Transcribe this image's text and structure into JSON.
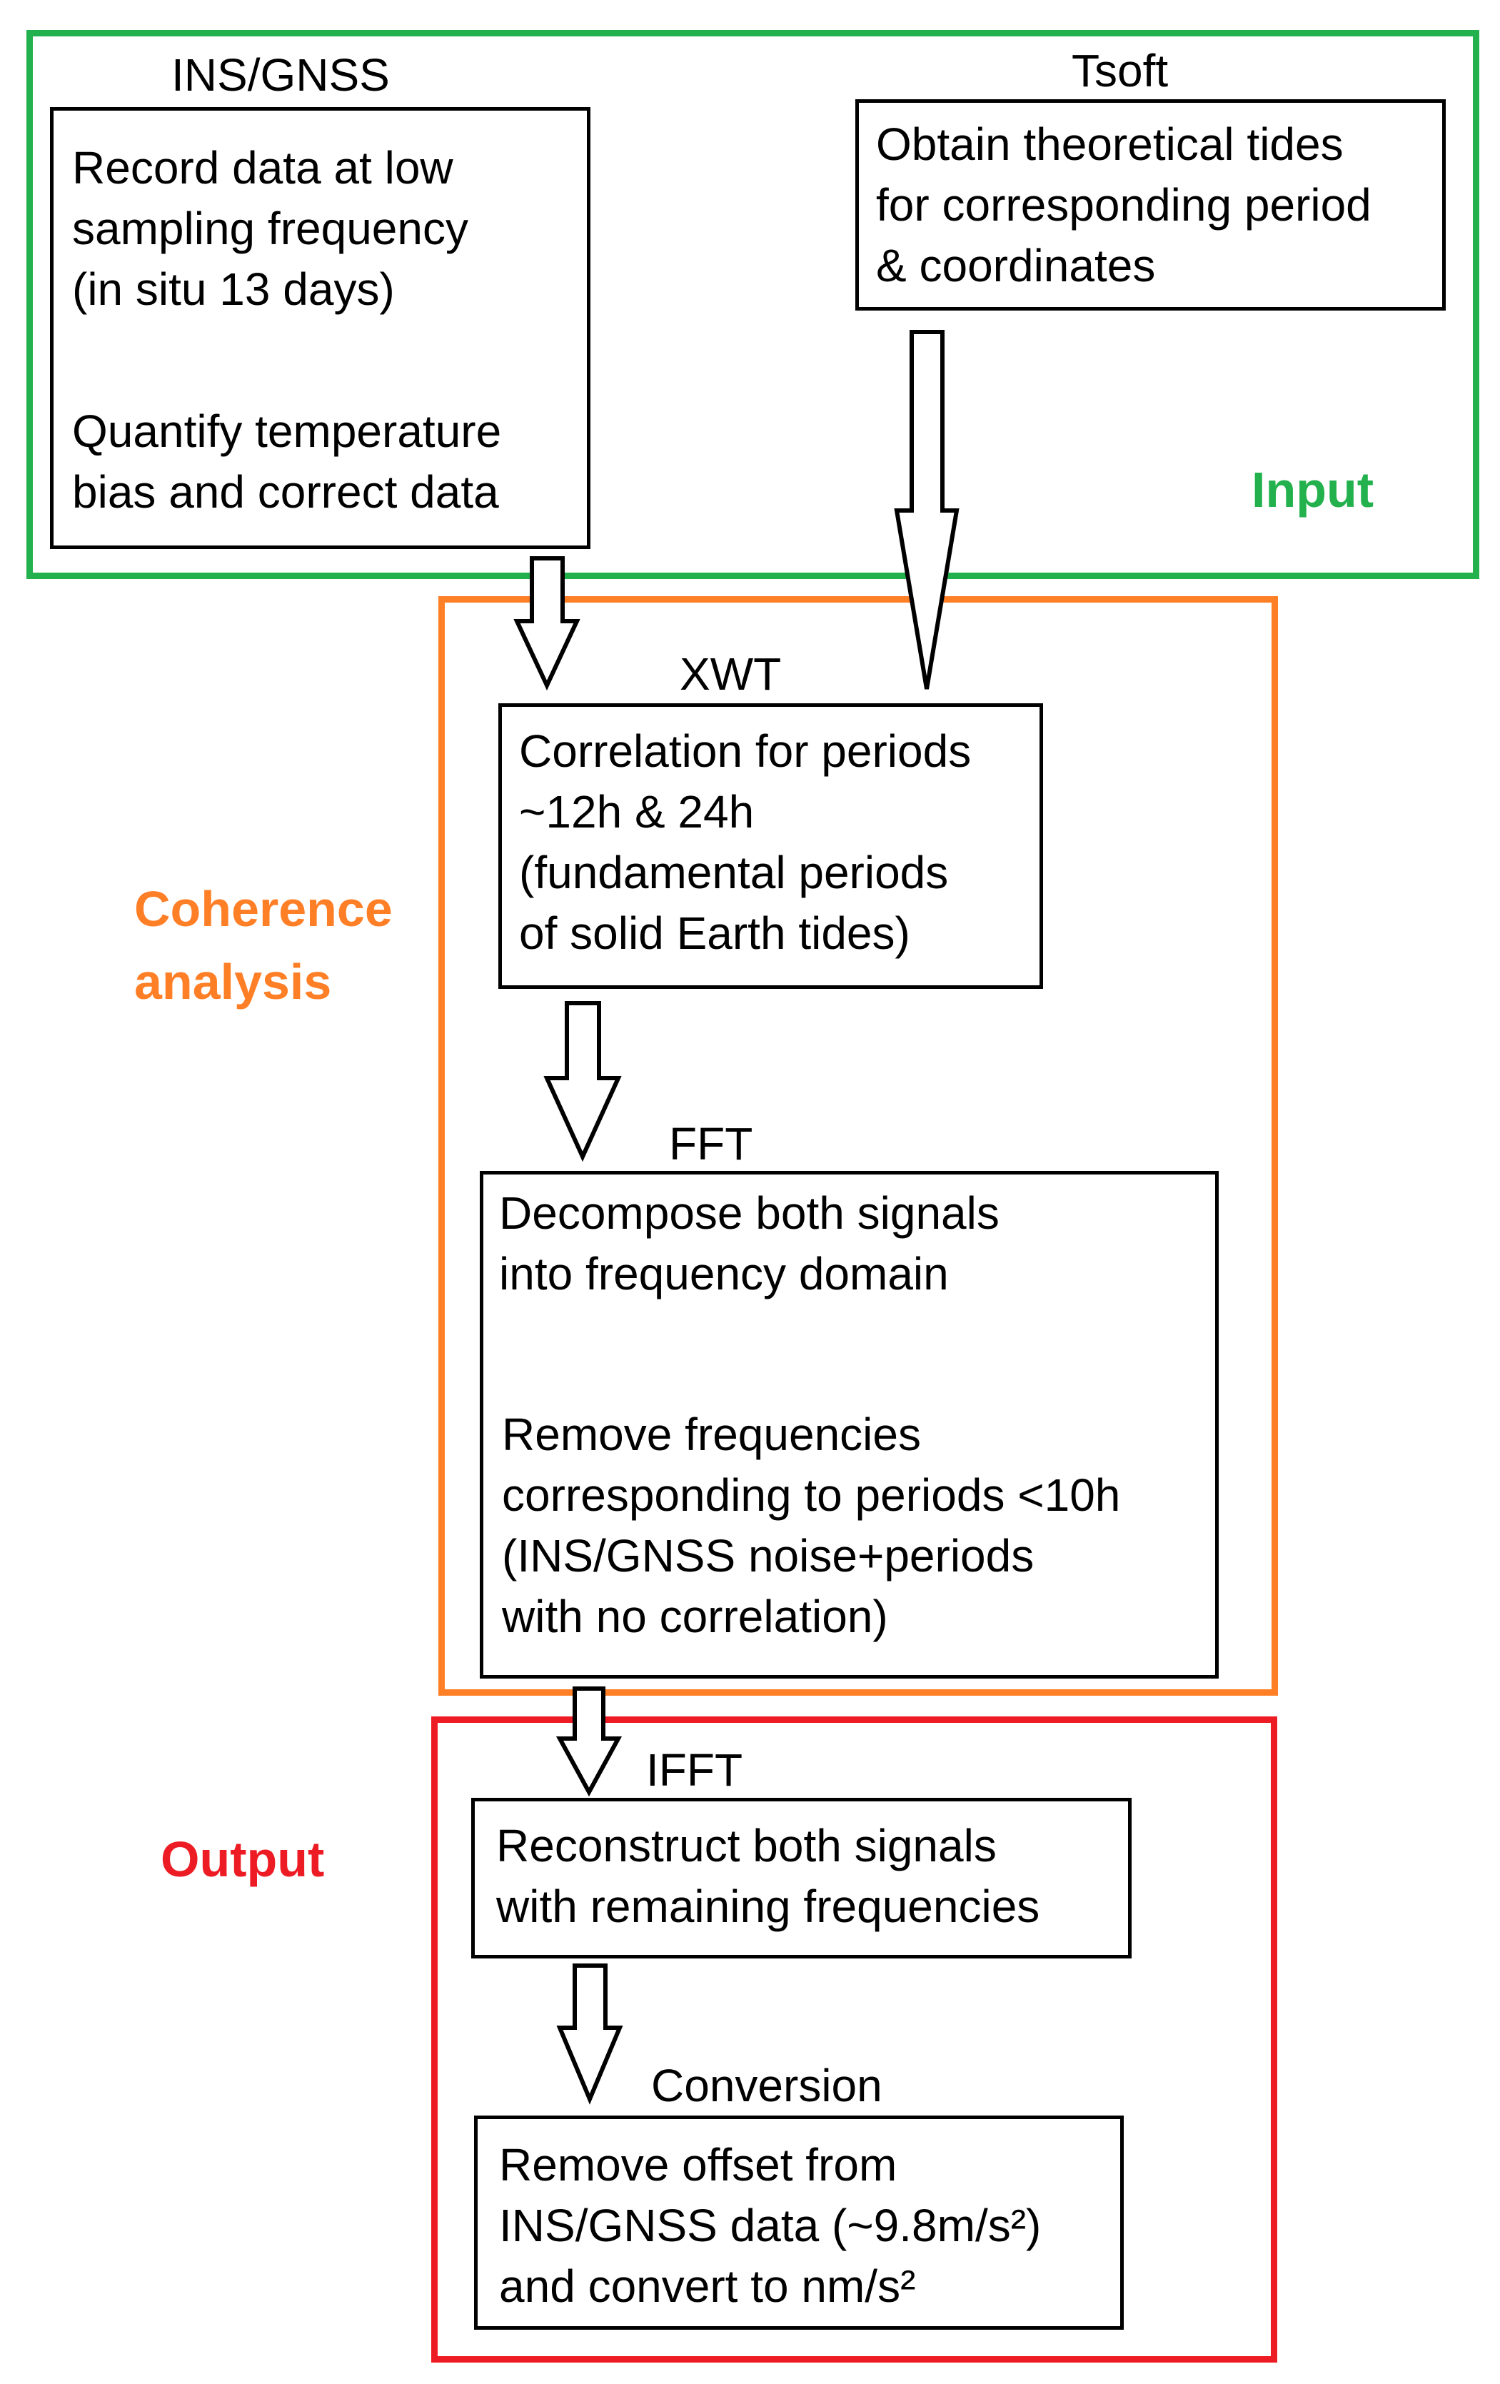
{
  "colors": {
    "input": "#22b14c",
    "coherence": "#ff7f27",
    "output": "#ed1c24",
    "box_border": "#000000",
    "background": "#ffffff"
  },
  "groups": {
    "input": {
      "label": "Input"
    },
    "coherence": {
      "label": "Coherence\nanalysis"
    },
    "output": {
      "label": "Output"
    }
  },
  "steps": {
    "ins_gnss": {
      "label": "INS/GNSS",
      "text_1": "Record data at low\nsampling frequency\n(in situ 13 days)",
      "text_2": "Quantify temperature\nbias and correct data"
    },
    "tsoft": {
      "label": "Tsoft",
      "text_1": "Obtain theoretical tides\nfor corresponding period\n& coordinates"
    },
    "xwt": {
      "label": "XWT",
      "text_1": "Correlation for periods\n~12h & 24h\n(fundamental periods\nof solid Earth tides)"
    },
    "fft": {
      "label": "FFT",
      "text_1": "Decompose both signals\ninto frequency domain",
      "text_2": "Remove frequencies\ncorresponding to periods <10h\n(INS/GNSS noise+periods\nwith no correlation)"
    },
    "ifft": {
      "label": "IFFT",
      "text_1": "Reconstruct both signals\nwith remaining frequencies"
    },
    "conversion": {
      "label": "Conversion",
      "text_1": "Remove offset from\nINS/GNSS data (~9.8m/s²)\nand convert to nm/s²"
    }
  }
}
